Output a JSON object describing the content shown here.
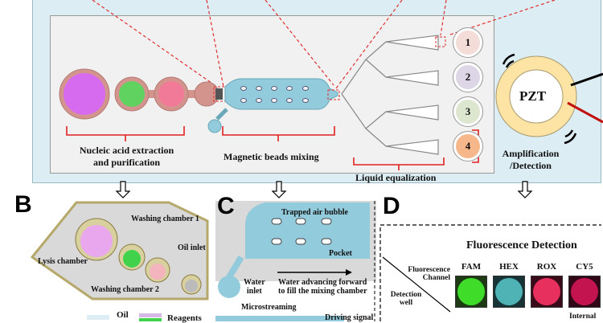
{
  "panel_a": {
    "stage_labels": {
      "extraction_line1": "Nucleic acid extraction",
      "extraction_line2": "and purification",
      "mixing": "Magnetic beads mixing",
      "equalization": "Liquid equalization",
      "amplification_line1": "Amplification",
      "amplification_line2": "/Detection"
    },
    "wells": [
      "1",
      "2",
      "3",
      "4"
    ],
    "pzt_label": "PZT",
    "colors": {
      "outer_bg": "#dcedf3",
      "inner_bg": "#f1f1f1",
      "lysis": "#d66bf0",
      "wash1": "#5fd25f",
      "wash2": "#f27a99",
      "chamber_rim": "#d4948e",
      "mixing": "#92cbdc",
      "well1": "#f4dcd8",
      "well2": "#dcd6e6",
      "well3": "#dde6cf",
      "well4": "#f6b78b",
      "pzt_ring": "#fde4a4",
      "bracket_red": "#e02020"
    }
  },
  "panel_b": {
    "letter": "B",
    "labels": {
      "lysis": "Lysis chamber",
      "wash1": "Washing chamber 1",
      "wash2": "Washing chamber 2",
      "oil_inlet": "Oil inlet"
    },
    "legend": {
      "oil": "Oil",
      "reagents": "Reagents"
    }
  },
  "panel_c": {
    "letter": "C",
    "labels": {
      "bubble": "Trapped air bubble",
      "pocket": "Pocket",
      "water_inlet_line1": "Water",
      "water_inlet_line2": "inlet",
      "advance_line1": "Water advancing forward",
      "advance_line2": "to fill the mixing chamber",
      "microstreaming": "Microstreaming",
      "driving": "Driving signal"
    }
  },
  "panel_d": {
    "letter": "D",
    "title": "Fluorescence Detection",
    "axis_channel_line1": "Fluorescence",
    "axis_channel_line2": "Channel",
    "axis_well_line1": "Detection",
    "axis_well_line2": "well",
    "channels": [
      {
        "name": "FAM",
        "color": "#3fdc2a",
        "bg": "#1d3a14"
      },
      {
        "name": "HEX",
        "color": "#4fb3b5",
        "bg": "#173335"
      },
      {
        "name": "ROX",
        "color": "#e8305e",
        "bg": "#3a0c1a"
      },
      {
        "name": "CY5",
        "color": "#c3144f",
        "bg": "#300818"
      }
    ],
    "partial_row_label": "Internal"
  }
}
